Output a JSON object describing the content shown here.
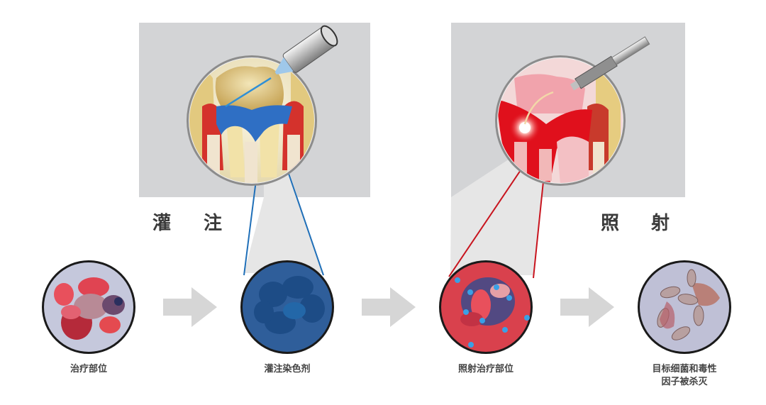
{
  "diagram": {
    "top_panels": [
      {
        "id": "perfusion",
        "label_chars": [
          "灌",
          "注"
        ],
        "pointer_color": "#1f6fb8",
        "panel_color": "#d3d4d6",
        "icon": "syringe-on-tooth-illustration"
      },
      {
        "id": "irradiation",
        "label_chars": [
          "照",
          "射"
        ],
        "pointer_color": "#c8141e",
        "panel_color": "#d3d4d6",
        "icon": "laser-probe-on-tooth-illustration"
      }
    ],
    "steps": [
      {
        "caption": "治疗部位",
        "circle_color": "#c5c8dc",
        "icon": "bacteria-cluster-icon"
      },
      {
        "caption": "灌注染色剂",
        "circle_color": "#2f5e9a",
        "icon": "stained-bacteria-icon"
      },
      {
        "caption": "照射治疗部位",
        "circle_color": "#d9414d",
        "icon": "irradiated-bacteria-icon"
      },
      {
        "caption_lines": [
          "目标细菌和毒性",
          "因子被杀灭"
        ],
        "circle_color": "#bfc0d6",
        "icon": "killed-bacteria-icon"
      }
    ],
    "arrow_color": "#d6d6d6",
    "colors": {
      "dye_blue": "#2f6fc4",
      "gum_red": "#d4322c",
      "tooth_yellow": "#e8d49a",
      "laser_red": "#e0101c"
    }
  }
}
